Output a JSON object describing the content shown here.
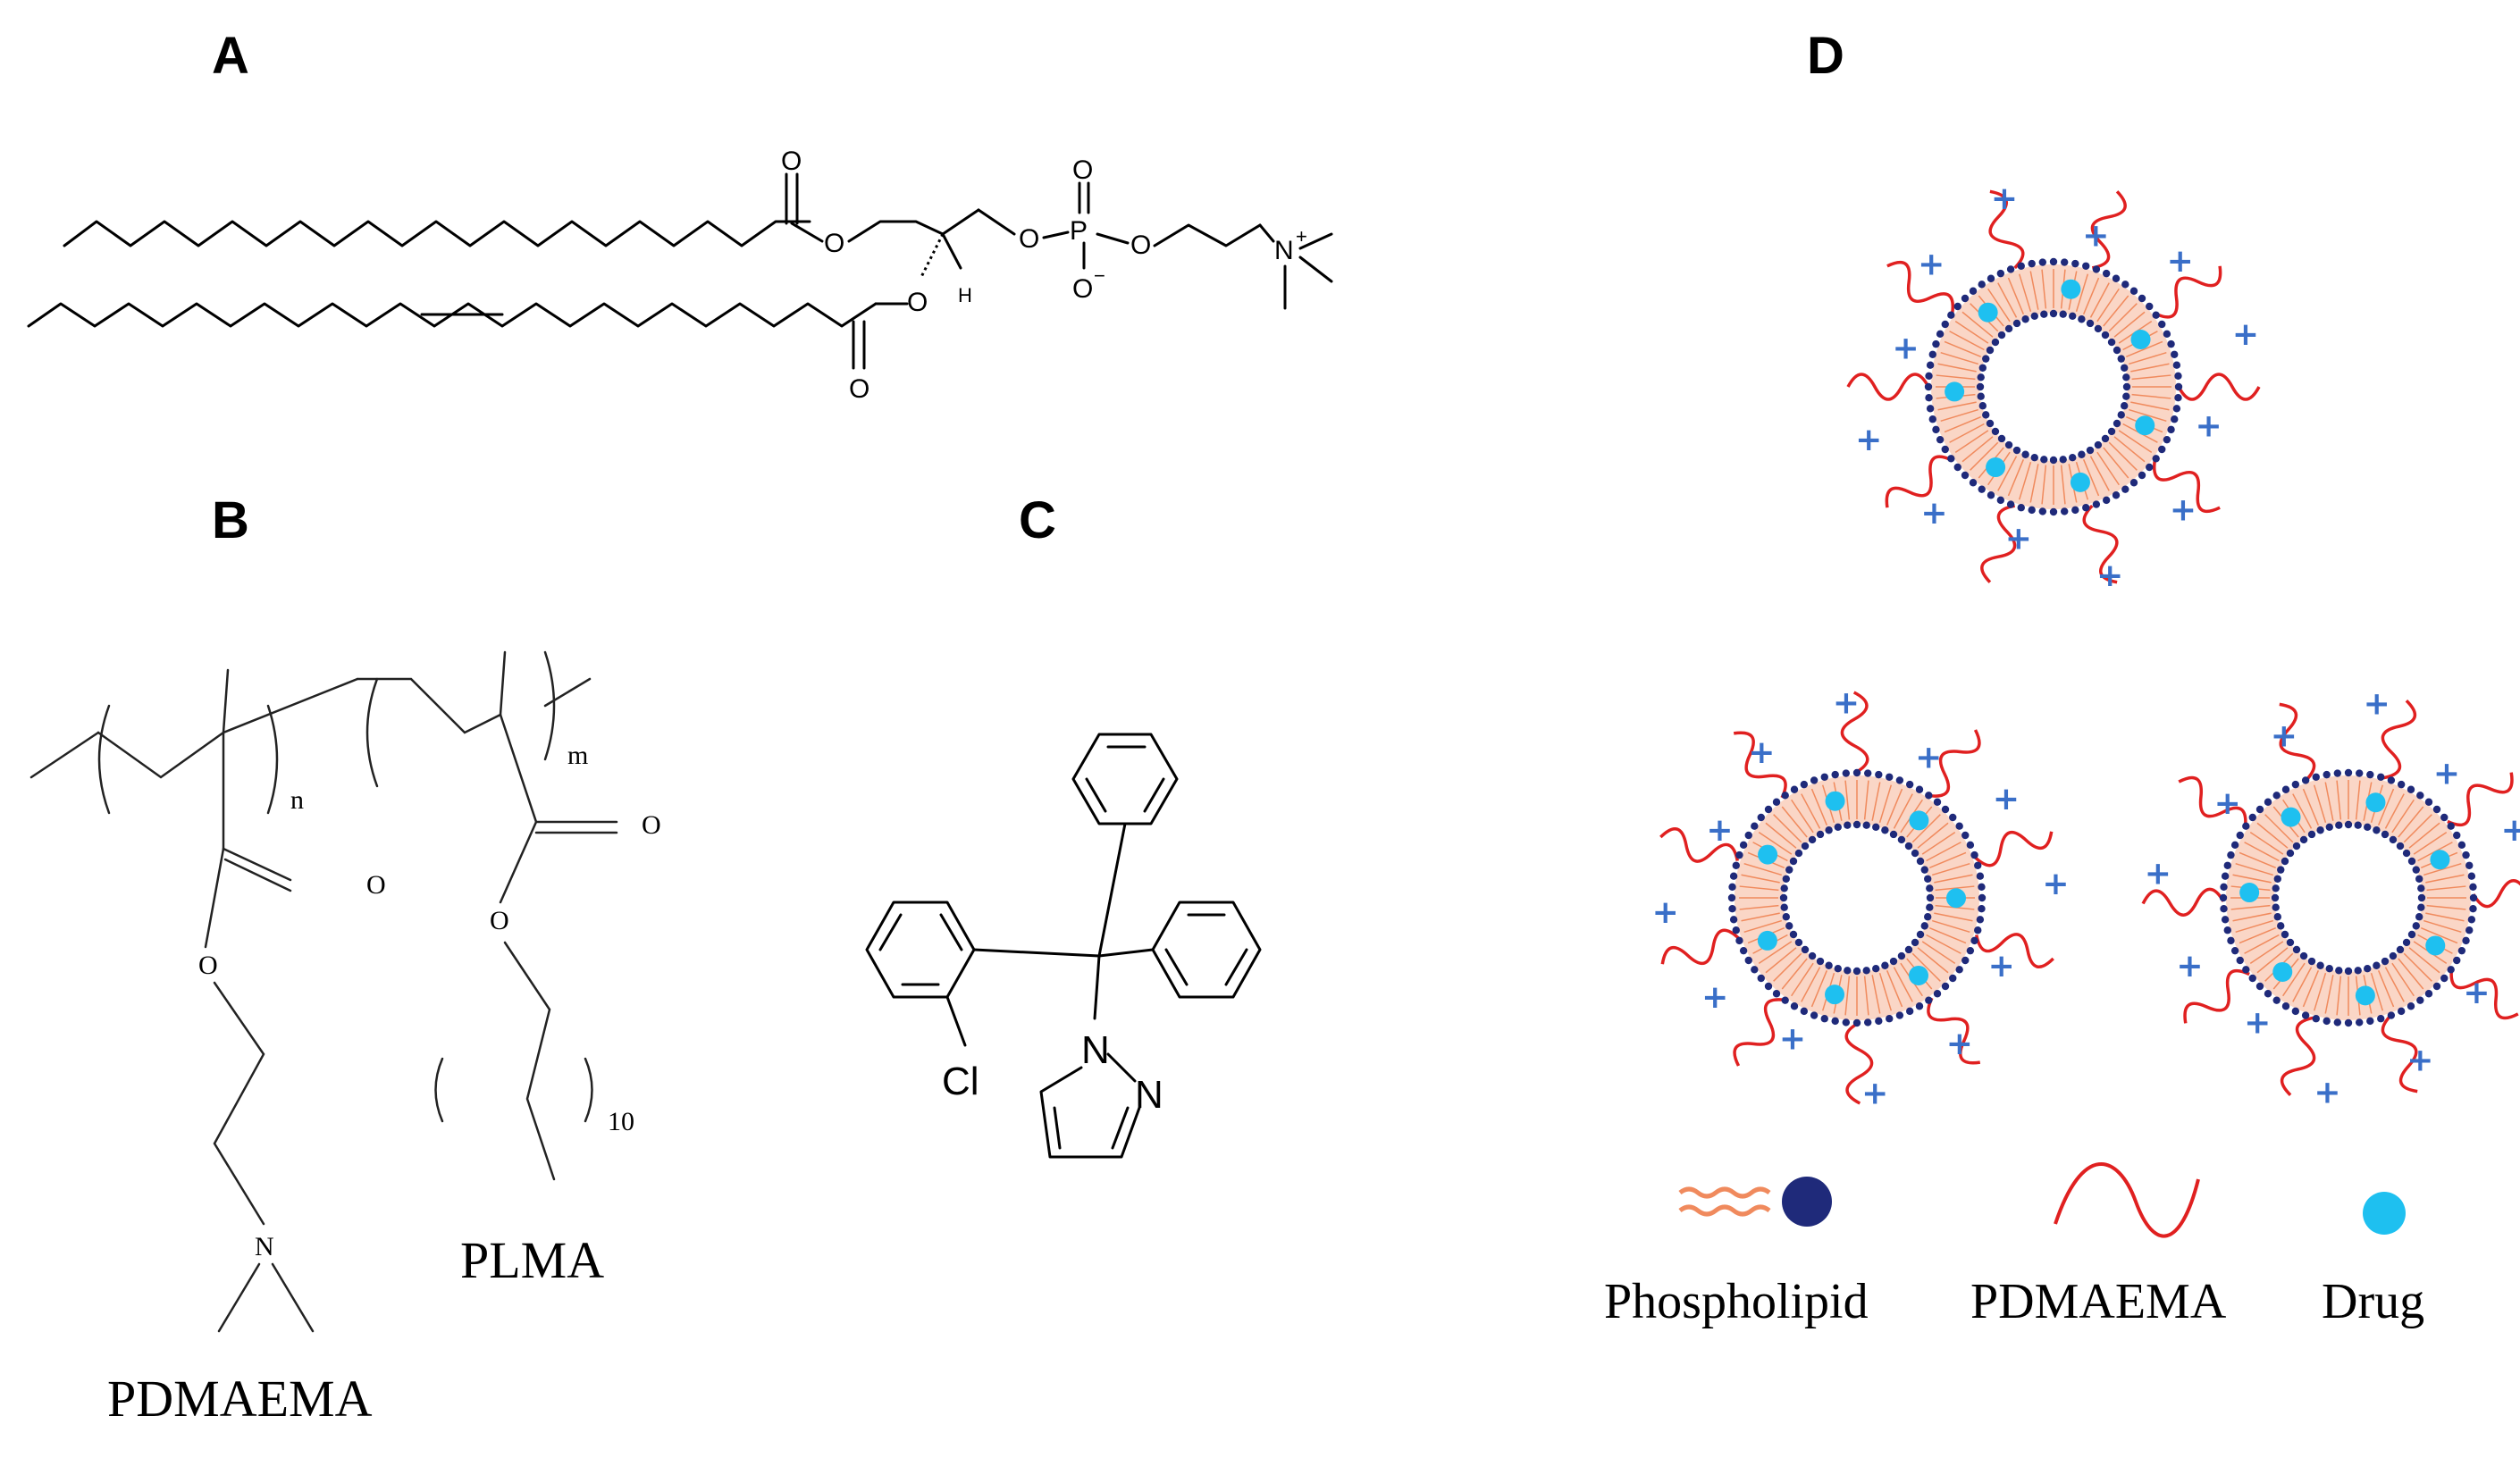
{
  "panels": {
    "a": "A",
    "b": "B",
    "c": "C",
    "d": "D"
  },
  "panel_a": {
    "atoms": {
      "o_carbonyl_top": "O",
      "o_ester_top": "O",
      "o_ester_bottom": "O",
      "o_carbonyl_bottom": "O",
      "h": "H",
      "o_p_left": "O",
      "p": "P",
      "o_p_top": "O",
      "o_p_bottom": "O",
      "o_p_charge": "−",
      "o_p_right": "O",
      "n": "N",
      "n_charge": "+"
    }
  },
  "panel_b": {
    "sub_n": "n",
    "sub_m": "m",
    "o_carbonyl_left": "O",
    "o_ester_left": "O",
    "o_carbonyl_right": "O",
    "o_ester_right": "O",
    "n_amine": "N",
    "sub_10": "10",
    "label_pdmaema": "PDMAEMA",
    "label_plma": "PLMA"
  },
  "panel_c": {
    "n1": "N",
    "n2": "N",
    "cl": "Cl"
  },
  "panel_d": {
    "colors": {
      "head": "#1f2a7a",
      "tail": "#f08a5d",
      "polymer": "#e02020",
      "drug": "#1ec0f0",
      "plus": "#3a6fc8"
    },
    "plus_sign": "+",
    "legend": [
      {
        "icon": "phospholipid-icon",
        "label": "Phospholipid"
      },
      {
        "icon": "polymer-chain-icon",
        "label": "PDMAEMA"
      },
      {
        "icon": "drug-dot-icon",
        "label": "Drug"
      }
    ]
  }
}
